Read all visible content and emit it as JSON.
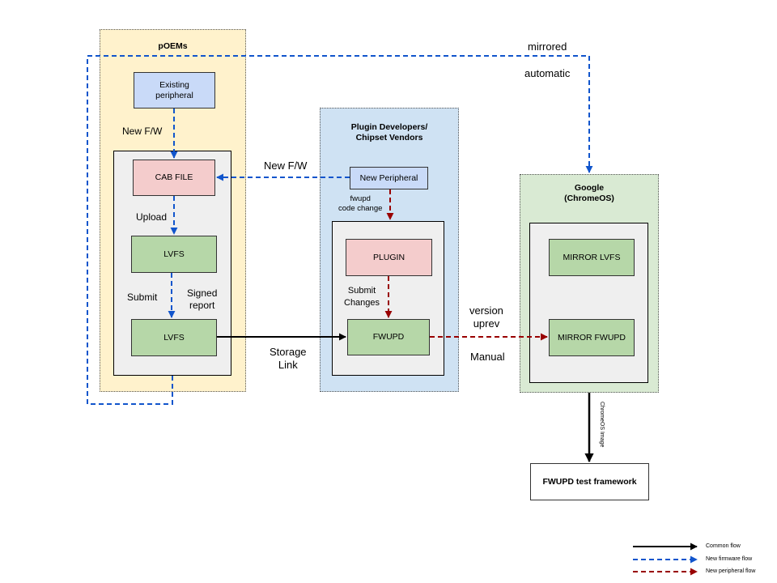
{
  "regions": {
    "poems": {
      "title": "pOEMs",
      "fill": "#fff2cc"
    },
    "plugin_devs": {
      "title": "Plugin Developers/\nChipset Vendors",
      "fill": "#cfe2f3"
    },
    "google": {
      "title": "Google\n(ChromeOS)",
      "fill": "#d9ead3"
    }
  },
  "nodes": {
    "existing_peripheral": "Existing\nperipheral",
    "cab_file": "CAB FILE",
    "lvfs_1": "LVFS",
    "lvfs_2": "LVFS",
    "new_peripheral": "New Peripheral",
    "plugin": "PLUGIN",
    "fwupd": "FWUPD",
    "mirror_lvfs": "MIRROR LVFS",
    "mirror_fwupd": "MIRROR FWUPD",
    "fwupd_test_framework": "FWUPD test framework"
  },
  "edge_labels": {
    "mirrored": "mirrored",
    "automatic": "automatic",
    "new_fw_left": "New F/W",
    "new_fw_top": "New F/W",
    "upload": "Upload",
    "submit": "Submit",
    "signed_report": "Signed\nreport",
    "fwupd_code_change": "fwupd\ncode change",
    "submit_changes": "Submit\nChanges",
    "storage_link": "Storage\nLink",
    "version_uprev": "version\nuprev",
    "manual": "Manual",
    "chromeos_image": "ChromeOS Image"
  },
  "legend": [
    {
      "label": "Common flow",
      "style": "solid",
      "color": "#000000"
    },
    {
      "label": "New firmware flow",
      "style": "dashed",
      "color": "#1155cc"
    },
    {
      "label": "New peripheral flow",
      "style": "dashed",
      "color": "#990000"
    }
  ],
  "colors": {
    "common_flow": "#000000",
    "firmware_flow": "#1155cc",
    "peripheral_flow": "#990000"
  }
}
